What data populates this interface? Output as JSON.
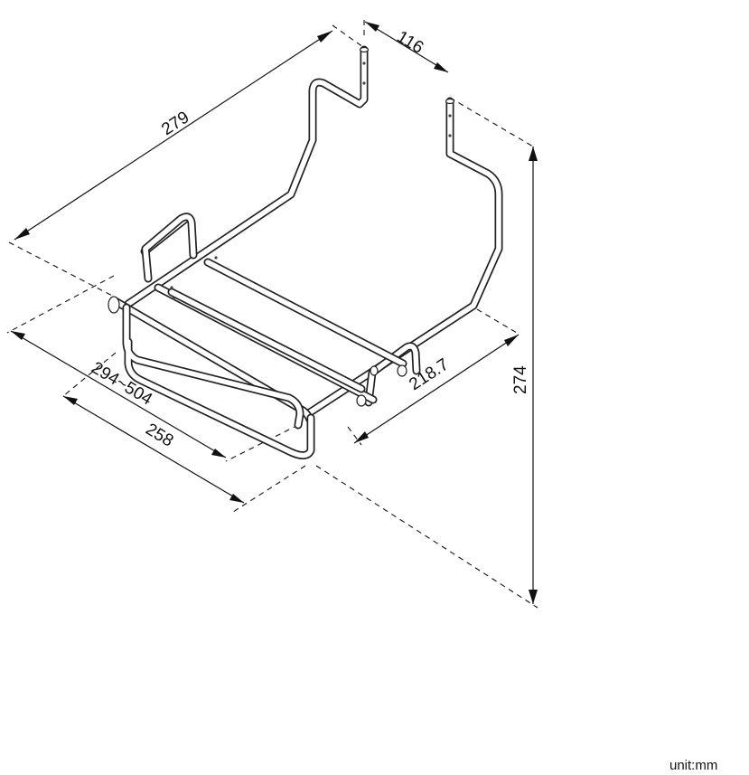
{
  "dimensions": {
    "depth": "279",
    "post_spacing": "116",
    "height": "274",
    "extension_range": "294~504",
    "width": "258",
    "rail_length": "218.7"
  },
  "unit_label": "unit:mm"
}
